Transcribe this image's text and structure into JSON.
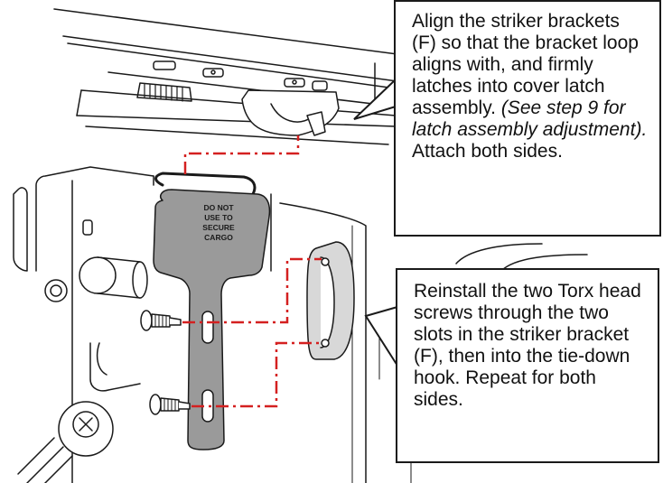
{
  "callouts": {
    "top": {
      "text_a": "Align the striker brackets (F) so that the bracket loop aligns with, and firmly latches into cover latch assembly. ",
      "text_italic": "(See step 9 for latch assembly adjustment).",
      "text_b": " Attach both sides."
    },
    "bottom": {
      "text": "Reinstall the two Torx head screws through the two slots in the striker bracket (F), then into the tie-down hook. Repeat for both sides."
    }
  },
  "bracket": {
    "warning_line1": "DO NOT",
    "warning_line2": "USE TO",
    "warning_line3": "SECURE",
    "warning_line4": "CARGO"
  },
  "colors": {
    "leader_line": "#d42020",
    "bracket_fill": "#9a9a9a",
    "outline": "#1a1a1a"
  }
}
